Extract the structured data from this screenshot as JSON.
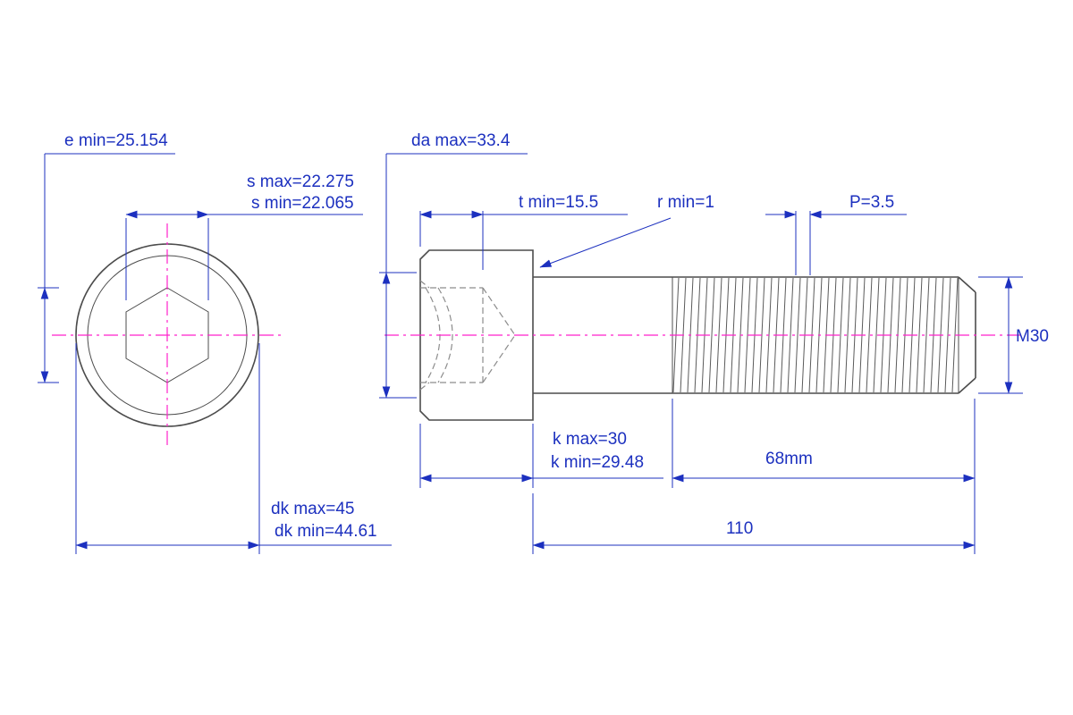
{
  "drawing": {
    "title": "Hex socket head cap screw dimensioned drawing",
    "part": "M30 socket head cap screw",
    "colors": {
      "dimension": "#1c30bf",
      "centerline": "#ff22cc",
      "outline": "#4c4c4c",
      "hidden_line": "#8c8c8c",
      "background": "#ffffff"
    },
    "dimensions": {
      "e_min": "e min=25.154",
      "s_max": "s max=22.275",
      "s_min": "s min=22.065",
      "da_max": "da max=33.4",
      "t_min": "t min=15.5",
      "r_min": "r min=1",
      "pitch": "P=3.5",
      "thread": "M30",
      "k_max": "k max=30",
      "k_min": "k min=29.48",
      "thread_length": "68mm",
      "total_length": "110"
    },
    "dk": {
      "dk_max": "dk max=45",
      "dk_min": "dk min=44.61"
    }
  }
}
